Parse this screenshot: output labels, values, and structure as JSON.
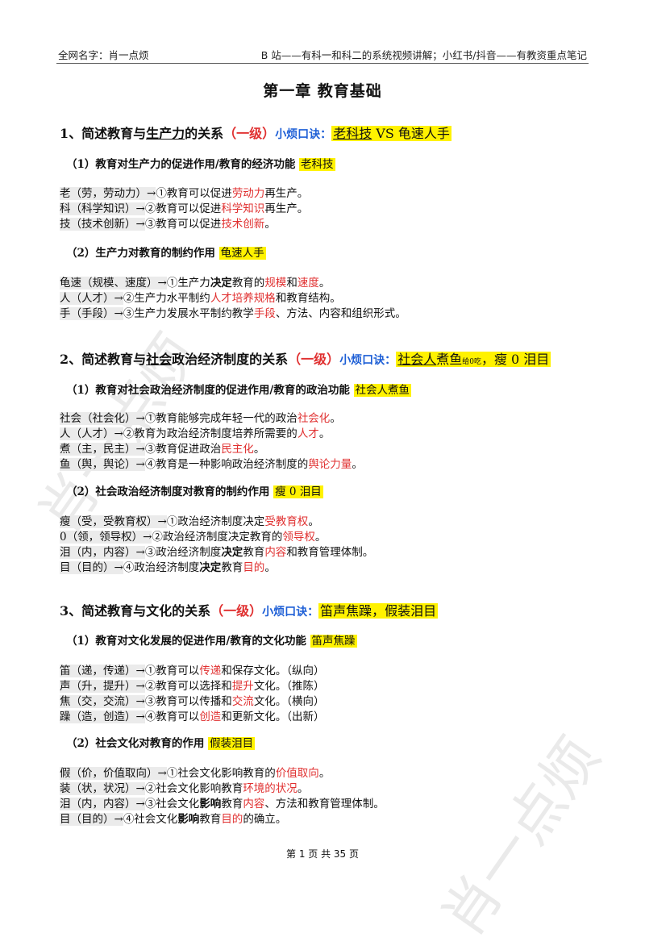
{
  "header": {
    "left": "全网名字：肖一点烦",
    "right": "B 站——有科一和科二的系统视频讲解；小红书/抖音——有教资重点笔记"
  },
  "title": "第一章  教育基础",
  "s1": {
    "num": "1、简述教育与",
    "ul": "生产力",
    "rest": "的关系",
    "level": "（一级）",
    "tip": "小烦口诀：",
    "mnemonic_ul": "老科技",
    "mnemonic_rest": " VS 龟速人手",
    "sub1": {
      "label": "（1）教育对生产力的促进作用/教育的经济功能",
      "tag": "老科技"
    },
    "sub1_lines": [
      {
        "k": "老（劳，劳动力）→",
        "a": "①教育可以促进",
        "r": "劳动力",
        "b": "再生产。"
      },
      {
        "k": "科（科学知识）→",
        "a": "②教育可以促进",
        "r": "科学知识",
        "b": "再生产。"
      },
      {
        "k": "技（技术创新）→",
        "a": "③教育可以促进",
        "r": "技术创新",
        "b": "。"
      }
    ],
    "sub2": {
      "label": "（2）生产力对教育的制约作用",
      "tag": "龟速人手"
    },
    "sub2_lines": [
      {
        "k": "龟速（规模、速度）→",
        "a": "①生产力",
        "bold": "决定",
        "a2": "教育的",
        "r": "规模",
        "m": "和",
        "r2": "速度",
        "b": "。"
      },
      {
        "k": "人（人才）→",
        "a": "②生产力水平制约",
        "r": "人才培养规格",
        "b": "和教育结构。"
      },
      {
        "k": "手（手段）→",
        "a": "③生产力发展水平制约教学",
        "r": "手段",
        "b": "、方法、内容和组织形式。"
      }
    ]
  },
  "s2": {
    "num": "2、简述教育与",
    "ul": "社会",
    "rest": "政治经济制度的关系",
    "level": "（一级）",
    "tip": "小烦口诀：",
    "mnemonic_ul": "社会人",
    "mnemonic_mid": "煮鱼",
    "mnemonic_small": "给0吃",
    "mnemonic_rest": "，瘦 0 泪目",
    "sub1": {
      "label": "（1）教育对社会政治经济制度的促进作用/教育的政治功能",
      "tag": "社会人煮鱼"
    },
    "sub1_lines": [
      {
        "k": "社会（社会化）→",
        "a": "①教育能够完成年轻一代的政治",
        "r": "社会化",
        "b": "。"
      },
      {
        "k": "人（人才）→",
        "a": "②教育为政治经济制度培养所需要的",
        "r": "人才",
        "b": "。"
      },
      {
        "k": "煮（主，民主）→",
        "a": "③教育促进政治",
        "r": "民主化",
        "b": "。"
      },
      {
        "k": "鱼（舆，舆论）→",
        "a": "④教育是一种影响政治经济制度的",
        "r": "舆论力量",
        "b": "。"
      }
    ],
    "sub2": {
      "label": "（2）社会政治经济制度对教育的制约作用",
      "tag": "瘦 0 泪目"
    },
    "sub2_lines": [
      {
        "k": "瘦（受，受教育权）→",
        "a": "①政治经济制度决定",
        "r": "受教育权",
        "b": "。"
      },
      {
        "k": "0（领，领导权）→",
        "a": "②政治经济制度决定教育的",
        "r": "领导权",
        "b": "。"
      },
      {
        "k": "泪（内，内容）→",
        "a": "③政治经济制度",
        "bold": "决定",
        "a2": "教育",
        "r": "内容",
        "b": "和教育管理体制。"
      },
      {
        "k": "目（目的）→",
        "a": "④政治经济制度",
        "bold": "决定",
        "a2": "教育",
        "r": "目的",
        "b": "。"
      }
    ]
  },
  "s3": {
    "num": "3、简述教育与文化的关系",
    "level": "（一级）",
    "tip": "小烦口诀：",
    "mnemonic": "笛声焦躁，假装泪目",
    "sub1": {
      "label": "（1）教育对文化发展的促进作用/教育的文化功能",
      "tag": "笛声焦躁"
    },
    "sub1_lines": [
      {
        "k": "笛（递，传递）→",
        "a": "①教育可以",
        "r": "传递",
        "b": "和保存文化。（纵向）"
      },
      {
        "k": "声（升，提升）→",
        "a": "②教育可以选择和",
        "r": "提升",
        "b": "文化。（推陈）"
      },
      {
        "k": "焦（交，交流）→",
        "a": "③教育可以传播和",
        "r": "交流",
        "b": "文化。（横向）"
      },
      {
        "k": "躁（造，创造）→",
        "a": "④教育可以",
        "r": "创造",
        "b": "和更新文化。（出新）"
      }
    ],
    "sub2": {
      "label": "（2）社会文化对教育的作用",
      "tag": "假装泪目"
    },
    "sub2_lines": [
      {
        "k": "假（价，价值取向）→",
        "a": "①社会文化影响教育的",
        "r": "价值取向",
        "b": "。"
      },
      {
        "k": "装（状，状况）→",
        "a": "②社会文化影响教育",
        "r": "环境的状况",
        "b": "。"
      },
      {
        "k": "泪（内，内容）→",
        "a": "③社会文化",
        "bold": "影响",
        "a2": "教育",
        "r": "内容",
        "b": "、方法和教育管理体制。"
      },
      {
        "k": "目（目的）→",
        "a": "④社会文化",
        "bold": "影响",
        "a2": "教育",
        "r": "目的",
        "b": "的确立。"
      }
    ]
  },
  "footer": "第 1 页 共 35 页",
  "watermark": "肖一点烦"
}
